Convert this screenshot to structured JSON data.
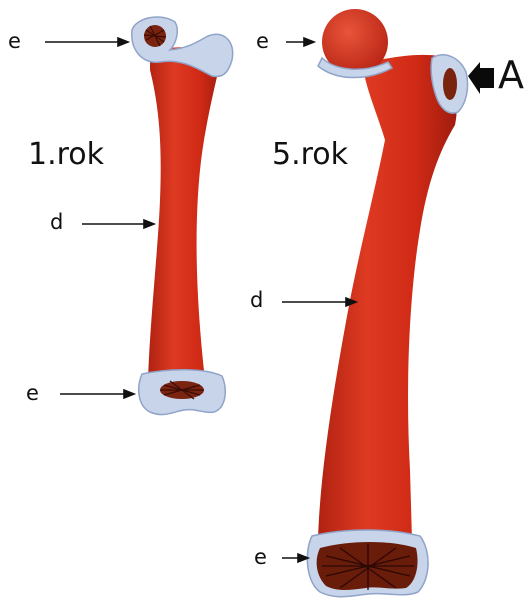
{
  "colors": {
    "bone": "#d32a17",
    "bone_dark": "#a81e10",
    "bone_light": "#e6503a",
    "cartilage": "#c4d2e8",
    "cartilage_edge": "#8fa4c8",
    "ossification": "#5a1a0a",
    "arrow": "#111111"
  },
  "bones": [
    {
      "age": "1.rok",
      "labels": {
        "top_epiphysis": "e",
        "diaphysis": "d",
        "bottom_epiphysis": "e"
      }
    },
    {
      "age": "5.rok",
      "labels": {
        "top_epiphysis": "e",
        "diaphysis": "d",
        "bottom_epiphysis": "e"
      },
      "marker": "A"
    }
  ]
}
